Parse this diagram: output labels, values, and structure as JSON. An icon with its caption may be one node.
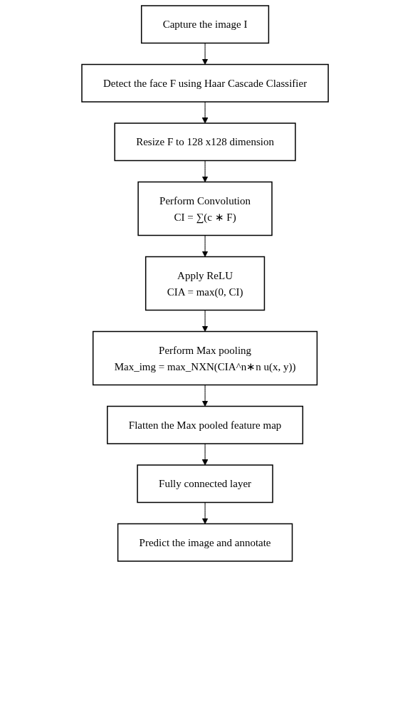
{
  "diagram": {
    "nodes": [
      {
        "text": [
          "Capture the image I"
        ]
      },
      {
        "text": [
          "Detect the face F using Haar Cascade Classifier"
        ]
      },
      {
        "text": [
          "Resize F to 128 x128 dimension"
        ]
      },
      {
        "text": [
          "Perform Convolution",
          "CI = ∑(c ∗ F)"
        ]
      },
      {
        "text": [
          "Apply ReLU",
          "CIA = max(0, CI)"
        ]
      },
      {
        "text": [
          "Perform Max pooling",
          "Max_img = max_NXN(CIA^n∗n u(x, y))"
        ]
      },
      {
        "text": [
          "Flatten the Max pooled feature map"
        ]
      },
      {
        "text": [
          "Fully connected layer"
        ]
      },
      {
        "text": [
          "Predict the image and annotate"
        ]
      }
    ],
    "edges": [
      {
        "from": 0,
        "to": 1,
        "arrow": "to"
      },
      {
        "from": 1,
        "to": 2,
        "arrow": "to"
      },
      {
        "from": 2,
        "to": 3,
        "arrow": "to"
      },
      {
        "from": 3,
        "to": 4,
        "arrow": "to"
      },
      {
        "from": 4,
        "to": 5,
        "arrow": "to"
      },
      {
        "from": 5,
        "to": 6,
        "arrow": "to"
      },
      {
        "from": 6,
        "to": 7,
        "arrow": "to"
      },
      {
        "from": 7,
        "to": 8,
        "arrow": "to"
      }
    ]
  }
}
